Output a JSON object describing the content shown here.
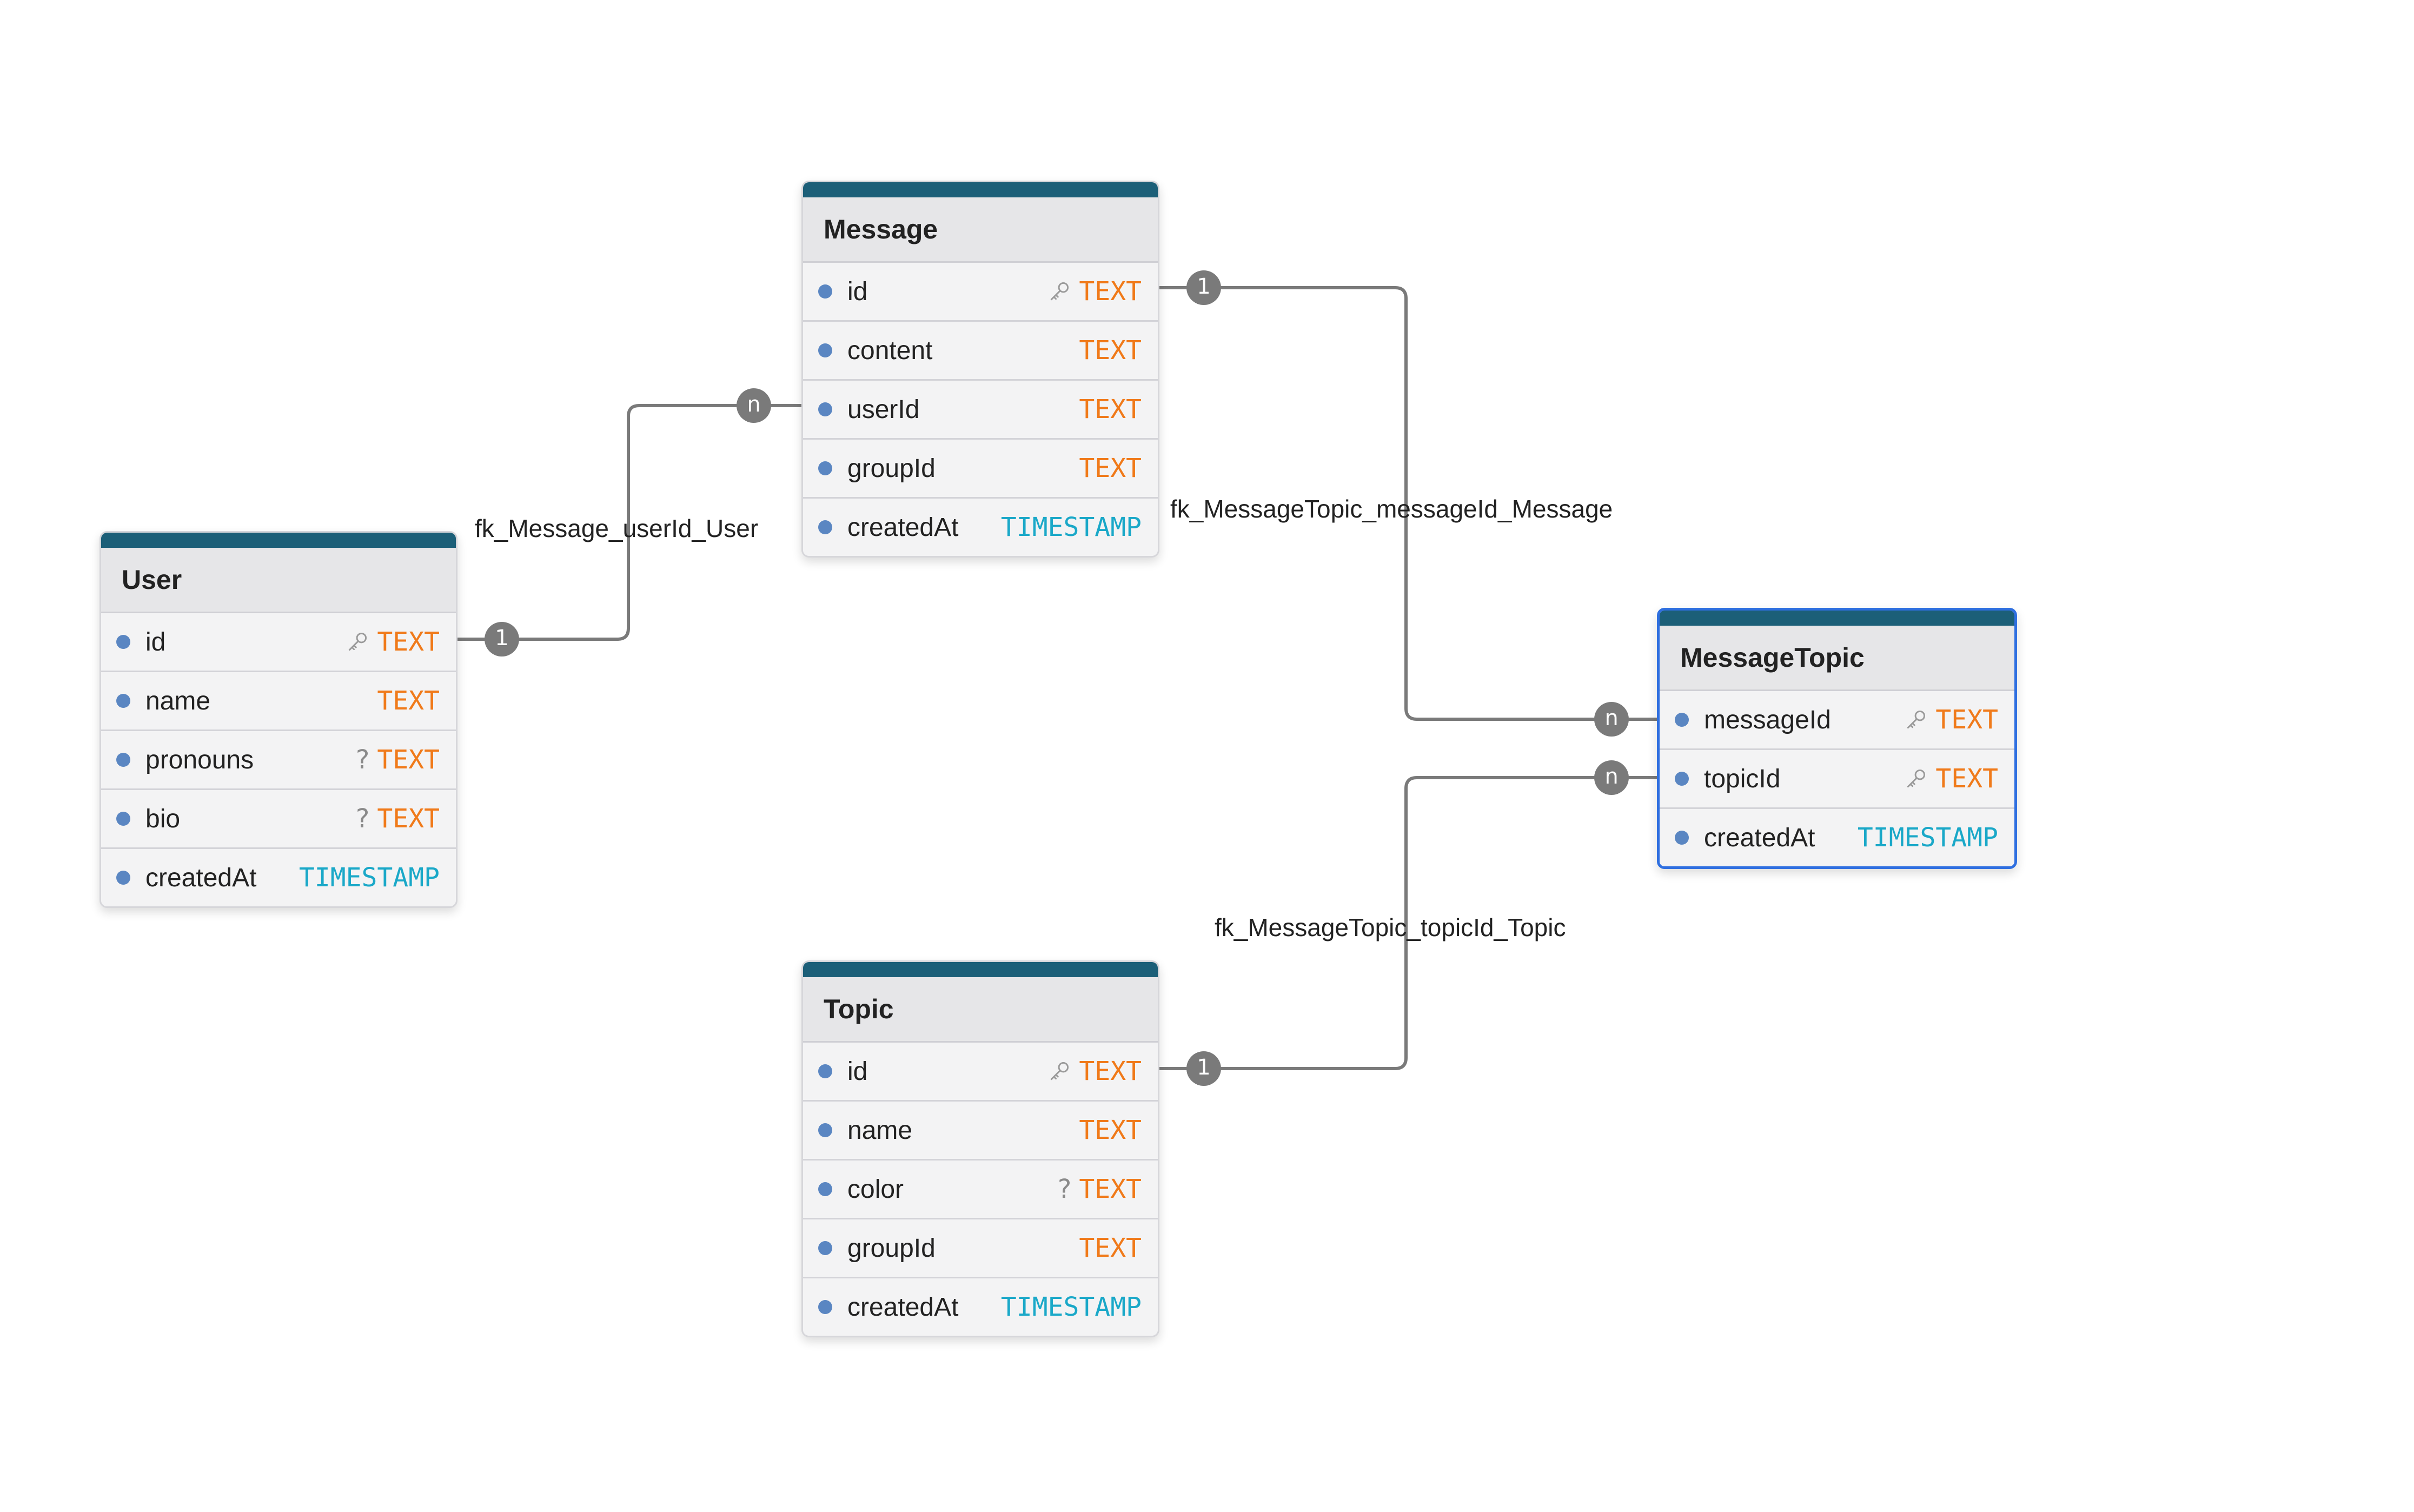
{
  "colors": {
    "text_type": "#f07a1a",
    "timestamp_type": "#1aa8c8",
    "header_bar": "#1c5f78",
    "edge": "#7a7a7a",
    "selected_border": "#2f6fe0",
    "column_dot": "#5a86c2"
  },
  "tables": [
    {
      "key": "user",
      "name": "User",
      "selected": false,
      "columns": [
        {
          "name": "id",
          "type": "TEXT",
          "primary_key": true,
          "nullable": false
        },
        {
          "name": "name",
          "type": "TEXT",
          "primary_key": false,
          "nullable": false
        },
        {
          "name": "pronouns",
          "type": "TEXT",
          "primary_key": false,
          "nullable": true
        },
        {
          "name": "bio",
          "type": "TEXT",
          "primary_key": false,
          "nullable": true
        },
        {
          "name": "createdAt",
          "type": "TIMESTAMP",
          "primary_key": false,
          "nullable": false
        }
      ]
    },
    {
      "key": "message",
      "name": "Message",
      "selected": false,
      "columns": [
        {
          "name": "id",
          "type": "TEXT",
          "primary_key": true,
          "nullable": false
        },
        {
          "name": "content",
          "type": "TEXT",
          "primary_key": false,
          "nullable": false
        },
        {
          "name": "userId",
          "type": "TEXT",
          "primary_key": false,
          "nullable": false
        },
        {
          "name": "groupId",
          "type": "TEXT",
          "primary_key": false,
          "nullable": false
        },
        {
          "name": "createdAt",
          "type": "TIMESTAMP",
          "primary_key": false,
          "nullable": false
        }
      ]
    },
    {
      "key": "messagetopic",
      "name": "MessageTopic",
      "selected": true,
      "columns": [
        {
          "name": "messageId",
          "type": "TEXT",
          "primary_key": true,
          "nullable": false
        },
        {
          "name": "topicId",
          "type": "TEXT",
          "primary_key": true,
          "nullable": false
        },
        {
          "name": "createdAt",
          "type": "TIMESTAMP",
          "primary_key": false,
          "nullable": false
        }
      ]
    },
    {
      "key": "topic",
      "name": "Topic",
      "selected": false,
      "columns": [
        {
          "name": "id",
          "type": "TEXT",
          "primary_key": true,
          "nullable": false
        },
        {
          "name": "name",
          "type": "TEXT",
          "primary_key": false,
          "nullable": false
        },
        {
          "name": "color",
          "type": "TEXT",
          "primary_key": false,
          "nullable": true
        },
        {
          "name": "groupId",
          "type": "TEXT",
          "primary_key": false,
          "nullable": false
        },
        {
          "name": "createdAt",
          "type": "TIMESTAMP",
          "primary_key": false,
          "nullable": false
        }
      ]
    }
  ],
  "relationships": [
    {
      "label": "fk_Message_userId_User",
      "from_table": "User",
      "from_column": "id",
      "from_cardinality": "1",
      "to_table": "Message",
      "to_column": "userId",
      "to_cardinality": "n"
    },
    {
      "label": "fk_MessageTopic_messageId_Message",
      "from_table": "Message",
      "from_column": "id",
      "from_cardinality": "1",
      "to_table": "MessageTopic",
      "to_column": "messageId",
      "to_cardinality": "n"
    },
    {
      "label": "fk_MessageTopic_topicId_Topic",
      "from_table": "Topic",
      "from_column": "id",
      "from_cardinality": "1",
      "to_table": "MessageTopic",
      "to_column": "topicId",
      "to_cardinality": "n"
    }
  ],
  "icons": {
    "primary_key": "key-icon",
    "nullable": "question-mark-glyph",
    "column": "column-dot-icon"
  },
  "nullable_glyph": "?"
}
